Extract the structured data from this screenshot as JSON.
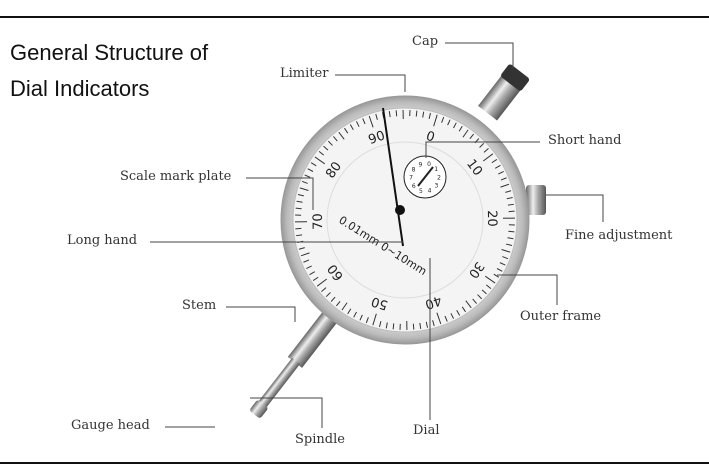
{
  "title": {
    "line1": "General Structure of",
    "line2": "Dial Indicators"
  },
  "labels": {
    "cap": "Cap",
    "limiter": "Limiter",
    "short_hand": "Short hand",
    "scale_mark_plate": "Scale mark plate",
    "fine_adjustment": "Fine adjustment",
    "long_hand": "Long hand",
    "outer_frame": "Outer frame",
    "stem": "Stem",
    "gauge_head": "Gauge head",
    "spindle": "Spindle",
    "dial": "Dial"
  },
  "dial_face": {
    "range_text": "0.01mm 0~10mm",
    "numbers": [
      "0",
      "10",
      "20",
      "30",
      "40",
      "50",
      "60",
      "70",
      "80",
      "90"
    ],
    "small_numbers": [
      "0",
      "1",
      "2",
      "3",
      "4",
      "5",
      "6",
      "7",
      "8",
      "9"
    ]
  }
}
